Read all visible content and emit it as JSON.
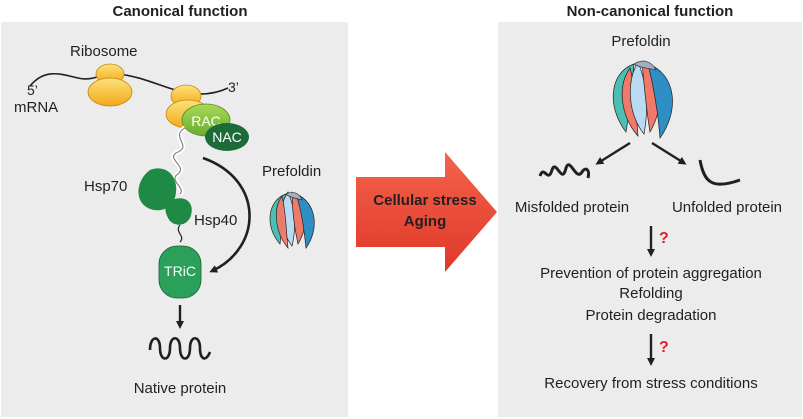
{
  "canonical": {
    "heading": "Canonical function",
    "labels": {
      "ribosome": "Ribosome",
      "five_prime": "5’",
      "three_prime": "3’",
      "mrna": "mRNA",
      "rac": "RAC",
      "nac": "NAC",
      "hsp70": "Hsp70",
      "hsp40": "Hsp40",
      "tric": "TRiC",
      "prefoldin": "Prefoldin",
      "native_protein": "Native protein"
    }
  },
  "transition": {
    "line1": "Cellular stress",
    "line2": "Aging"
  },
  "noncanonical": {
    "heading": "Non-canonical function",
    "prefoldin": "Prefoldin",
    "misfolded": "Misfolded protein",
    "unfolded": "Unfolded protein",
    "question_mark": "?",
    "outcomes": [
      "Prevention of protein aggregation",
      "Refolding",
      "Protein degradation"
    ],
    "recovery": "Recovery from stress conditions"
  },
  "colors": {
    "panel_bg": "#ececec",
    "ribosome_yellow": "#f6b91e",
    "rac_green": "#8cc63f",
    "nac_green": "#1e6b3a",
    "hsp_green": "#1e8a45",
    "tric_green": "#2aa05a",
    "arrow_red": "#ef4b35",
    "question_red": "#e01f26",
    "prefoldin_teal": "#4bbfb1",
    "prefoldin_salmon": "#f07a6a",
    "prefoldin_blue": "#2d8fc4",
    "prefoldin_lightblue": "#b9dcf2"
  }
}
